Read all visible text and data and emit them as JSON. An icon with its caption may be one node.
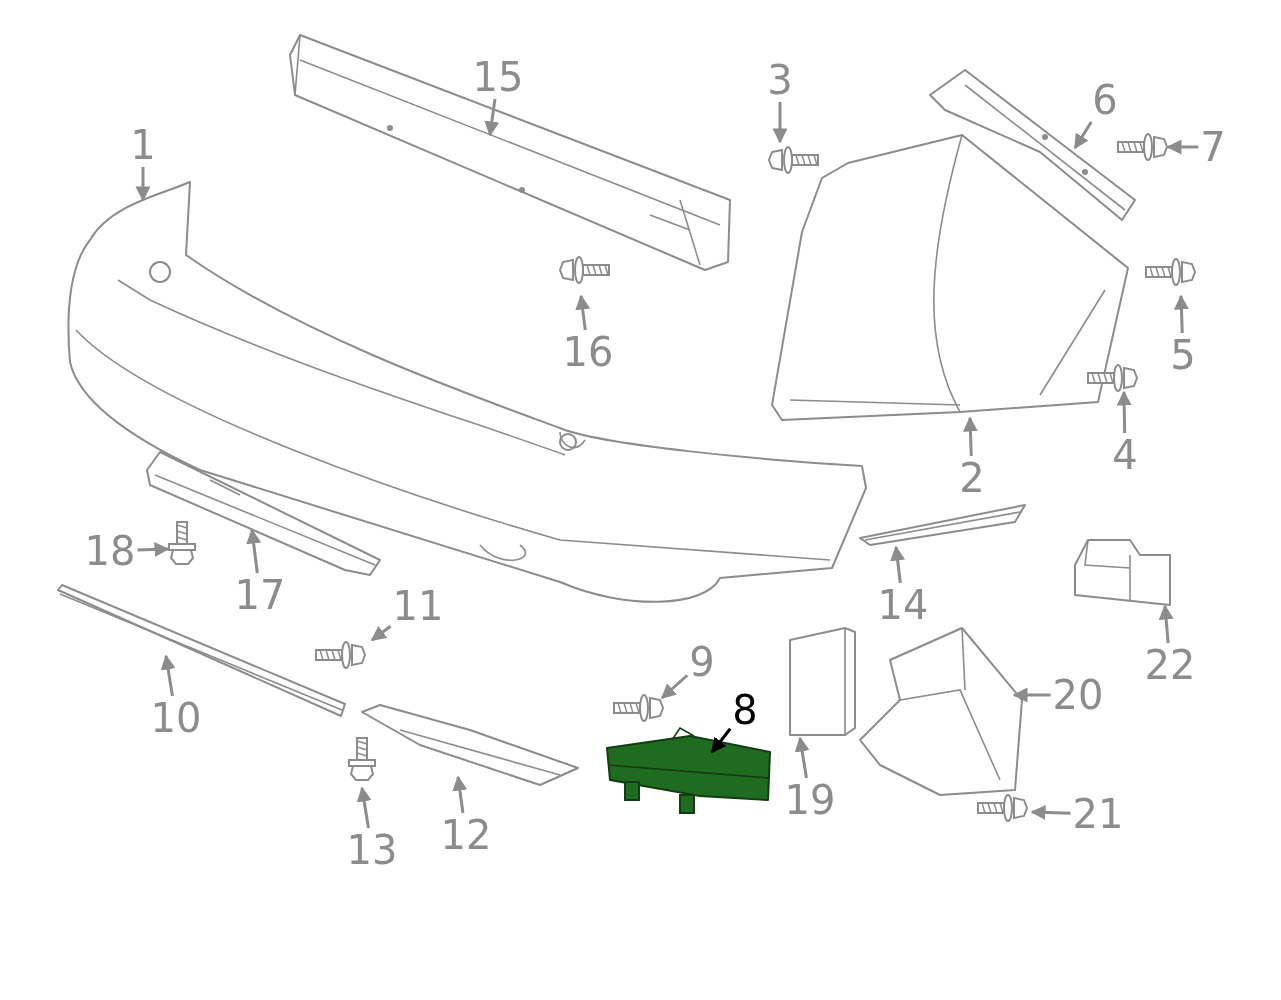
{
  "diagram": {
    "nodes": [
      {
        "text": [
          "1"
        ]
      },
      {
        "text": [
          "2"
        ]
      },
      {
        "text": [
          "3"
        ]
      },
      {
        "text": [
          "4"
        ]
      },
      {
        "text": [
          "5"
        ]
      },
      {
        "text": [
          "6"
        ]
      },
      {
        "text": [
          "7"
        ]
      },
      {
        "text": [
          "8"
        ]
      },
      {
        "text": [
          "9"
        ]
      },
      {
        "text": [
          "10"
        ]
      },
      {
        "text": [
          "11"
        ]
      },
      {
        "text": [
          "12"
        ]
      },
      {
        "text": [
          "13"
        ]
      },
      {
        "text": [
          "14"
        ]
      },
      {
        "text": [
          "15"
        ]
      },
      {
        "text": [
          "16"
        ]
      },
      {
        "text": [
          "17"
        ]
      },
      {
        "text": [
          "18"
        ]
      },
      {
        "text": [
          "19"
        ]
      },
      {
        "text": [
          "20"
        ]
      },
      {
        "text": [
          "21"
        ]
      },
      {
        "text": [
          "22"
        ]
      },
      {
        "text": [],
        "shape": "picture"
      },
      {
        "text": [],
        "shape": "picture"
      },
      {
        "text": [],
        "shape": "picture"
      },
      {
        "text": [],
        "shape": "picture"
      },
      {
        "text": [],
        "shape": "picture"
      },
      {
        "text": [],
        "shape": "picture"
      },
      {
        "text": [],
        "shape": "picture"
      },
      {
        "text": [],
        "shape": "picture"
      },
      {
        "text": [],
        "shape": "picture"
      },
      {
        "text": [],
        "shape": "picture"
      },
      {
        "text": [],
        "shape": "picture"
      },
      {
        "text": [],
        "shape": "picture"
      },
      {
        "text": [],
        "shape": "picture"
      },
      {
        "text": [],
        "shape": "picture"
      },
      {
        "text": [],
        "shape": "picture"
      },
      {
        "text": [],
        "shape": "picture"
      },
      {
        "text": [],
        "shape": "picture"
      },
      {
        "text": [],
        "shape": "picture"
      },
      {
        "text": [],
        "shape": "picture"
      },
      {
        "text": [],
        "shape": "picture"
      },
      {
        "text": [],
        "shape": "picture"
      },
      {
        "text": [],
        "shape": "picture"
      }
    ],
    "edges": [
      {
        "from": 0,
        "to": 22,
        "arrow": "to"
      },
      {
        "from": 1,
        "to": 23,
        "arrow": "to"
      },
      {
        "from": 2,
        "to": 24,
        "arrow": "to"
      },
      {
        "from": 3,
        "to": 25,
        "arrow": "to"
      },
      {
        "from": 4,
        "to": 26,
        "arrow": "to"
      },
      {
        "from": 5,
        "to": 27,
        "arrow": "to"
      },
      {
        "from": 6,
        "to": 28,
        "arrow": "to"
      },
      {
        "from": 7,
        "to": 29,
        "arrow": "to",
        "color": "#000000"
      },
      {
        "from": 8,
        "to": 30,
        "arrow": "to"
      },
      {
        "from": 9,
        "to": 31,
        "arrow": "to"
      },
      {
        "from": 10,
        "to": 32,
        "arrow": "to"
      },
      {
        "from": 11,
        "to": 33,
        "arrow": "to"
      },
      {
        "from": 12,
        "to": 34,
        "arrow": "to"
      },
      {
        "from": 13,
        "to": 35,
        "arrow": "to"
      },
      {
        "from": 14,
        "to": 36,
        "arrow": "to"
      },
      {
        "from": 15,
        "to": 37,
        "arrow": "to"
      },
      {
        "from": 16,
        "to": 38,
        "arrow": "to"
      },
      {
        "from": 17,
        "to": 39,
        "arrow": "to"
      },
      {
        "from": 18,
        "to": 40,
        "arrow": "to"
      },
      {
        "from": 19,
        "to": 41,
        "arrow": "to"
      },
      {
        "from": 20,
        "to": 42,
        "arrow": "to"
      },
      {
        "from": 21,
        "to": 43,
        "arrow": "to"
      }
    ]
  }
}
